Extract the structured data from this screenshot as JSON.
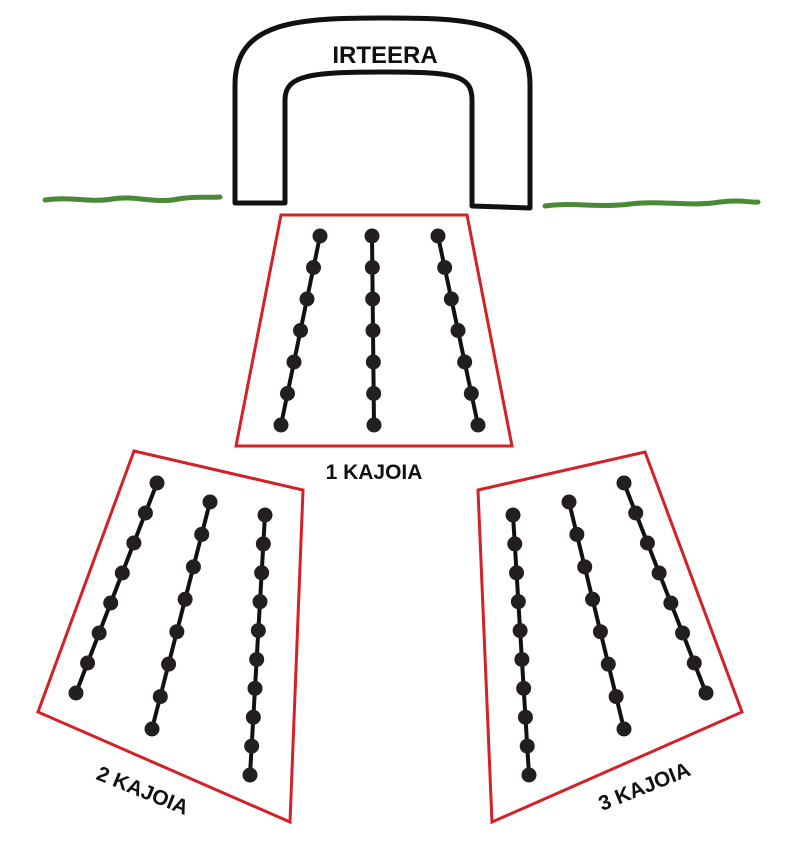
{
  "gate": {
    "label": "IRTEERA"
  },
  "pens": [
    {
      "label": "1 KAJOIA"
    },
    {
      "label": "2 KAJOIA"
    },
    {
      "label": "3 KAJOIA"
    }
  ],
  "colors": {
    "ground": "#4a8a35",
    "pen_border": "#d42027",
    "gate_outline": "#111111",
    "line": "#111111",
    "dot": "#231f20"
  }
}
